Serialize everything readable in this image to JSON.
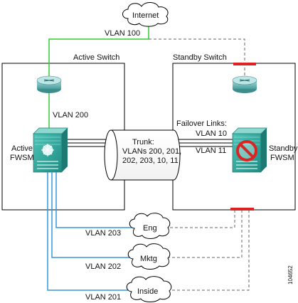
{
  "clouds": {
    "internet": "Internet",
    "eng": "Eng",
    "mktg": "Mktg",
    "inside": "Inside"
  },
  "switches": {
    "active_title": "Active Switch",
    "standby_title": "Standby Switch"
  },
  "vlans": {
    "v100": "VLAN 100",
    "v200": "VLAN 200",
    "v203": "VLAN 203",
    "v202": "VLAN 202",
    "v201": "VLAN 201",
    "v10": "VLAN 10",
    "v11": "VLAN 11"
  },
  "fwsm": {
    "active_line1": "Active",
    "active_line2": "FWSM",
    "standby_line1": "Standby",
    "standby_line2": "FWSM"
  },
  "trunk": {
    "line1": "Trunk:",
    "line2": "VLANs 200, 201,",
    "line3": "202, 203, 10, 11"
  },
  "failover_label": "Failover Links:",
  "figure_id": "104652",
  "colors": {
    "internet_link": "#33cc33",
    "inside_links": "#3399dd",
    "failed_link": "#dd2222",
    "device_teal": "#2aa39a",
    "router_teal": "#6fbfbf"
  }
}
